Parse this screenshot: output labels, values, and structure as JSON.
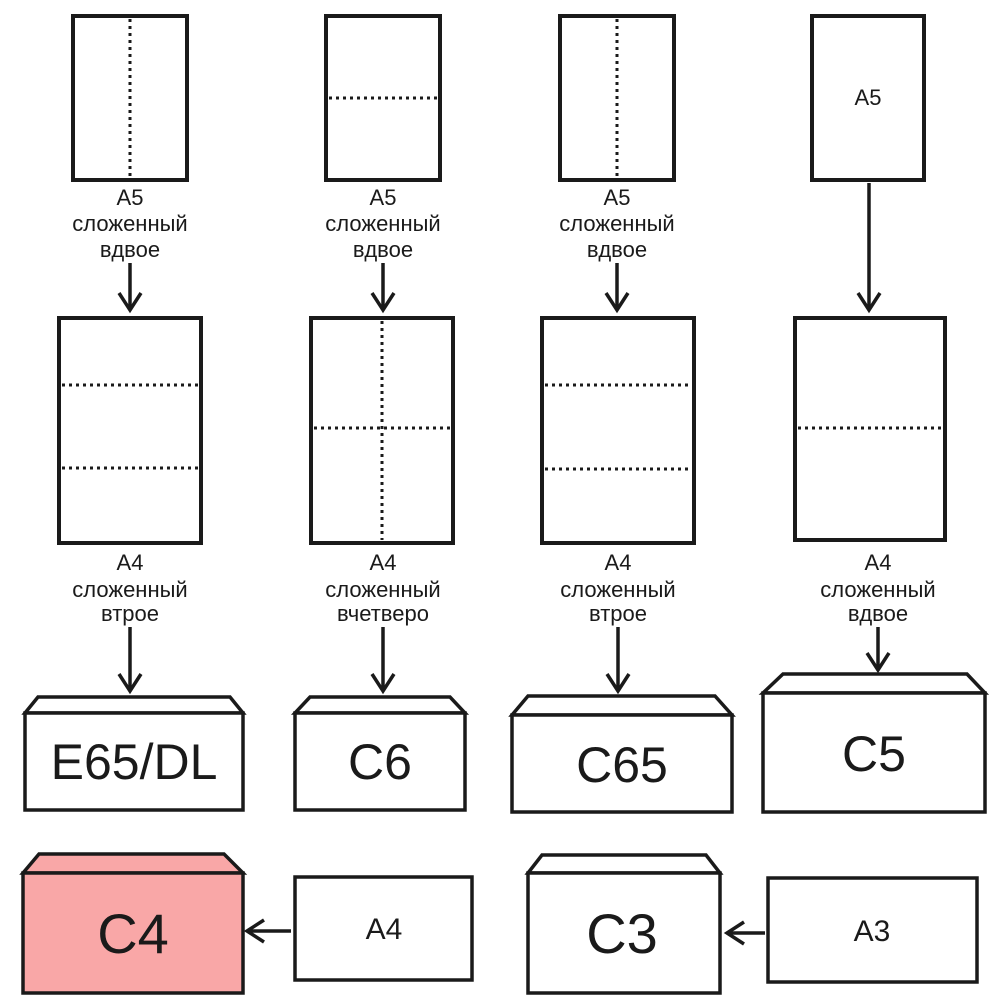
{
  "colors": {
    "stroke": "#1a1a1a",
    "highlight_fill": "#f9a7a7",
    "background": "#ffffff"
  },
  "columns": [
    {
      "top_caption": {
        "line1": "А5",
        "line2": "сложенный",
        "line3": "вдвое"
      },
      "top_fold": "vertical-half",
      "mid_caption": {
        "line1": "А4",
        "line2": "сложенный",
        "line3": "втрое"
      },
      "mid_fold": "two-horizontal-thirds",
      "envelope_label": "E65/DL"
    },
    {
      "top_caption": {
        "line1": "А5",
        "line2": "сложенный",
        "line3": "вдвое"
      },
      "top_fold": "horizontal-half",
      "mid_caption": {
        "line1": "А4",
        "line2": "сложенный",
        "line3": "вчетверо"
      },
      "mid_fold": "cross-quarters",
      "envelope_label": "C6"
    },
    {
      "top_caption": {
        "line1": "А5",
        "line2": "сложенный",
        "line3": "вдвое"
      },
      "top_fold": "vertical-half",
      "mid_caption": {
        "line1": "А4",
        "line2": "сложенный",
        "line3": "втрое"
      },
      "mid_fold": "two-horizontal-thirds",
      "envelope_label": "C65"
    },
    {
      "top_sheet_label": "А5",
      "top_fold": "none",
      "mid_caption": {
        "line1": "А4",
        "line2": "сложенный",
        "line3": "вдвое"
      },
      "mid_fold": "horizontal-half",
      "envelope_label": "C5"
    }
  ],
  "bottom_row": [
    {
      "envelope_label": "C4",
      "source_label": "А4",
      "highlighted": true
    },
    {
      "envelope_label": "C3",
      "source_label": "А3",
      "highlighted": false
    }
  ]
}
